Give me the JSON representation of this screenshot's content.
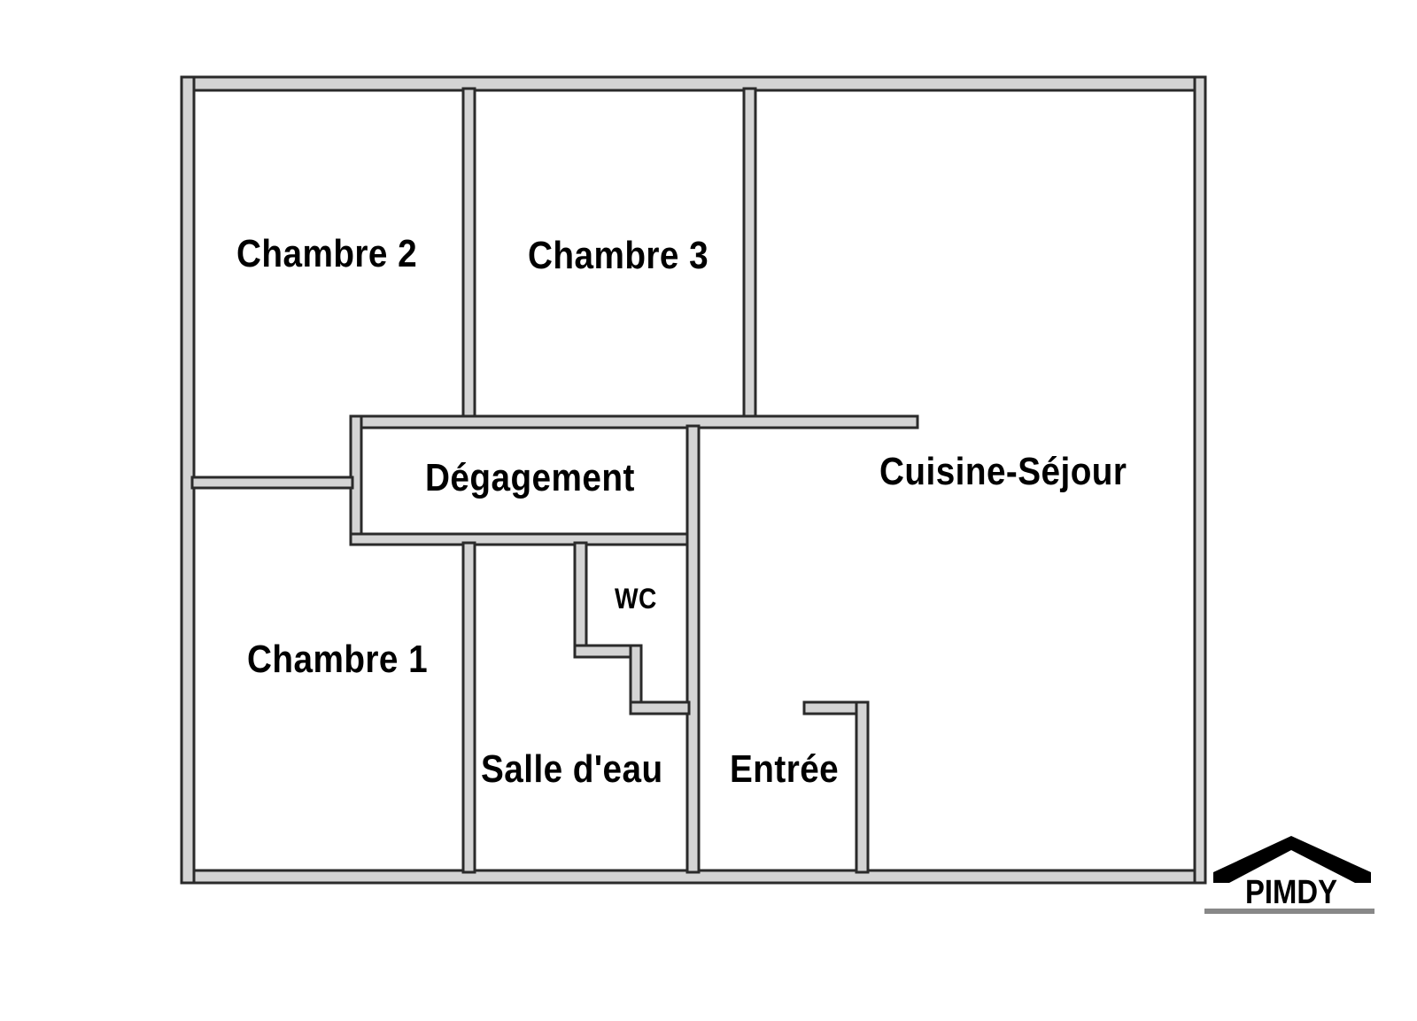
{
  "plan": {
    "rooms": {
      "chambre2": "Chambre 2",
      "chambre3": "Chambre 3",
      "degagement": "Dégagement",
      "cuisine": "Cuisine-Séjour",
      "wc": "WC",
      "chambre1": "Chambre 1",
      "salle": "Salle d'eau",
      "entree": "Entrée"
    },
    "colors": {
      "wall_fill": "#d4d4d4",
      "wall_edge": "#2a2a2a"
    }
  },
  "logo": {
    "text": "PIMDY"
  }
}
